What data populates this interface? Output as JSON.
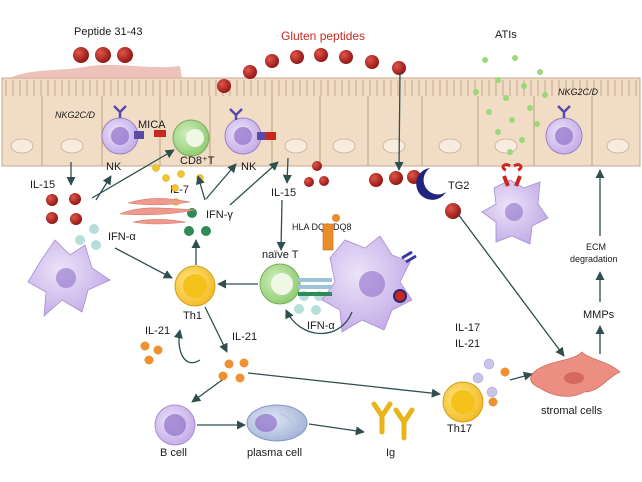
{
  "labels": {
    "peptide": "Peptide 31-43",
    "gluten": "Gluten peptides",
    "atis": "ATIs",
    "nkg2cd_left": "NKG2C/D",
    "nkg2cd_right": "NKG2C/D",
    "mica": "MICA",
    "nk_left": "NK",
    "cd8t": "CD8⁺T",
    "nk_right": "NK",
    "il15_left": "IL-15",
    "il7": "IL-7",
    "ifn_gamma": "IFN-γ",
    "il15_mid": "IL-15",
    "tg2": "TG2",
    "ifn_alpha_left": "IFN-α",
    "hla": "HLA DQ2-DQ8",
    "naive_t": "naïve T",
    "ifn_alpha_apc": "IFN-α",
    "th1": "Th1",
    "il21_left": "IL-21",
    "il21_mid": "IL-21",
    "il17": "IL-17",
    "il21_right": "IL-21",
    "th17": "Th17",
    "stromal": "stromal cells",
    "ecm_1": "ECM",
    "ecm_2": "degradation",
    "mmps": "MMPs",
    "bcell": "B cell",
    "plasma": "plasma cell",
    "ig": "Ig"
  },
  "colors": {
    "epithelium": "#f4e2cf",
    "epithelium_border": "#c8a98c",
    "gluten_dot": "#b3201c",
    "ati_dot": "#8fd46a",
    "cell_purple": "#c9b3ea",
    "nucleus_purple": "#8f6fc9",
    "t_cell_yellow": "#f6c52b",
    "t_cell_green": "#8ccc6a",
    "cytokine_orange": "#eb8b2c",
    "cytokine_teal": "#a8d8d4",
    "cytokine_lilac": "#c7c2e8",
    "arrow": "#2f4f4f"
  }
}
